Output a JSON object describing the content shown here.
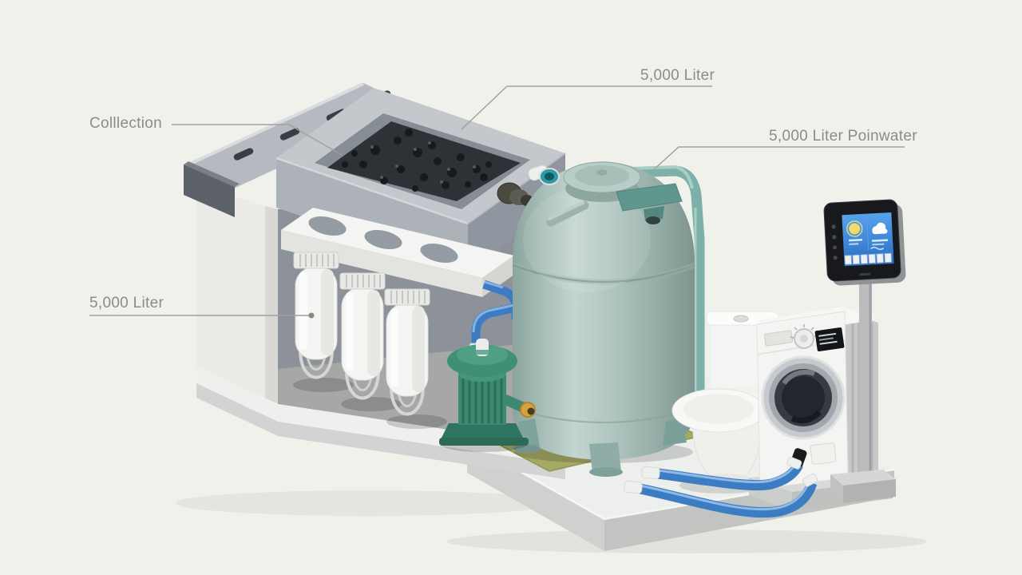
{
  "labels": {
    "collection": {
      "text": "Colllection"
    },
    "tank_capacity": {
      "text": "5,000 Liter"
    },
    "outlet_capacity": {
      "text": "5,000 Liter Poinwater"
    },
    "filter_capacity": {
      "text": "5,000 Liter"
    }
  },
  "components": [
    "roof-inlet-slab",
    "collection-basin-with-gravel-media",
    "cutaway-chamber",
    "filter-manifold",
    "filter-cartridges-x3",
    "transfer-pump",
    "blue-piping",
    "storage-tank",
    "tank-lid",
    "teal-outlet-pipe",
    "equipment-mat",
    "platform",
    "toilet",
    "washing-machine",
    "control-touchscreen",
    "supply-hoses"
  ],
  "palette": {
    "background": "#f1f1ec",
    "label_text": "#8b8b87",
    "leader_line": "#a0a09b",
    "metal_gray_light": "#c4c8cd",
    "metal_gray_dark": "#8d929a",
    "gravel": "#2e3135",
    "cutaway_white": "#ebeae6",
    "filter_white": "#f5f5f3",
    "pump_green": "#3b8a6f",
    "brass": "#d9a23e",
    "pipe_blue": "#3c7cc2",
    "tank_sage": "#aabfba",
    "pipe_teal": "#7cb0a8",
    "mat_olive": "#a4a964",
    "platform_gray": "#cfd1cf",
    "fixture_white": "#f6f6f4",
    "screen_blue": "#3584dc",
    "sun_yellow": "#f4dc64",
    "bezel_black": "#17191c"
  }
}
